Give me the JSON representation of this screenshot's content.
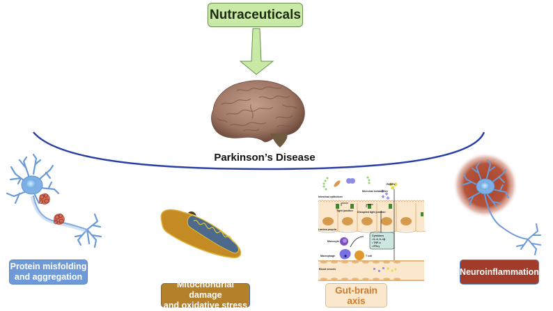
{
  "title": "Nutraceuticals",
  "center_label": "Parkinson’s Disease",
  "mechanisms": [
    {
      "id": "protein",
      "label_line1": "Protein misfolding",
      "label_line2": "and aggregation",
      "color": "#6f9ad8",
      "illustration": "neuron-with-protein-aggregates"
    },
    {
      "id": "mito",
      "label_line1": "Mitochondrial damage",
      "label_line2": "and oxidative stress",
      "color": "#b5802a",
      "illustration": "mitochondrion-cross-section"
    },
    {
      "id": "gut",
      "label_line1": "Gut-brain axis",
      "color": "#fbe8cc",
      "illustration": "intestinal-barrier-diagram"
    },
    {
      "id": "neuro",
      "label_line1": "Neuroinflammation",
      "color": "#a13c2b",
      "illustration": "inflamed-neuron"
    }
  ],
  "gut_diagram": {
    "labels": {
      "intestinal_epithelium": "Intestinal epithelium",
      "tight_junction": "Tight junction",
      "disrupted_tight_junction": "Disrupted tight junction",
      "lamina_propria": "Lamina propria",
      "monocyte": "Monocyte",
      "macrophage": "Macrophage",
      "t_cell": "T cell",
      "blood_vessels": "Blood vessels",
      "pamps": "PAMPs",
      "microbial_metabolites": "Microbial metabolites",
      "cytokines_title": "Cytokines",
      "cytokines_1": "• IL-6, IL-1β",
      "cytokines_2": "• TNF-α",
      "cytokines_3": "• IFN-γ"
    }
  },
  "colors": {
    "arrow_fill": "#c8eaa6",
    "arc_stroke": "#2a3fa6",
    "title_box": "#c8eaa6"
  }
}
